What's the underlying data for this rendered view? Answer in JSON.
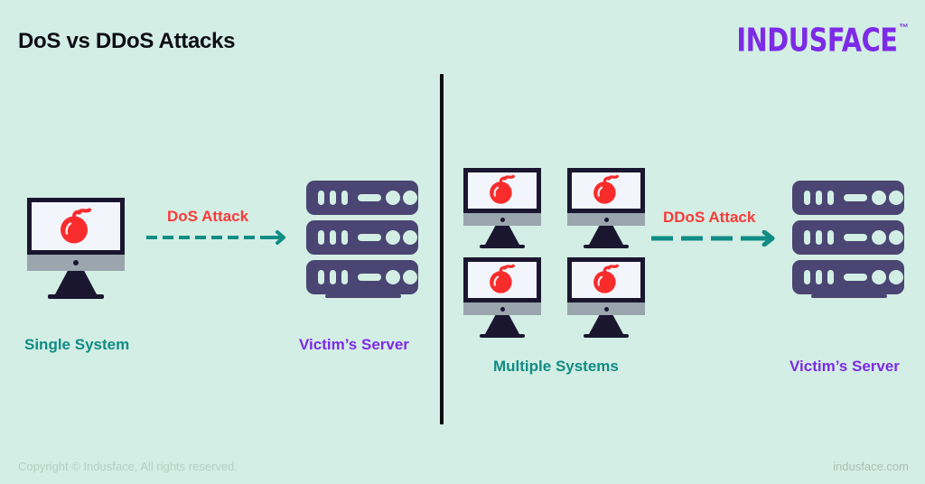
{
  "header": {
    "title": "DoS vs DDoS Attacks",
    "brand": "INDUSFACE",
    "brand_tm": "™"
  },
  "colors": {
    "background": "#d3eee4",
    "title": "#0d0d12",
    "brand_purple": "#7d2ae8",
    "attack_red": "#f93a3a",
    "arrow_teal": "#0f8c84",
    "caption_teal": "#0f8c84",
    "caption_purple": "#7d2ae8",
    "server_slate": "#4a4573",
    "monitor_frame": "#1b1630",
    "monitor_screen": "#f2f6fc",
    "monitor_bezel": "#9aa5ae",
    "bomb_red": "#f92c2c",
    "divider": "#0d0d12",
    "footer_text": "#b4cfc4"
  },
  "panels": {
    "dos": {
      "source_caption": "Single System",
      "attack_label": "DoS Attack",
      "target_caption": "Victim’s Server",
      "machine_count": 1,
      "arrow_dashes": 8,
      "icons": {
        "machine": "monitor-bomb-icon",
        "target": "server-rack-icon",
        "arrow": "dashed-arrow-right-icon"
      }
    },
    "ddos": {
      "source_caption": "Multiple Systems",
      "attack_label": "DDoS Attack",
      "target_caption": "Victim’s Server",
      "machine_count": 4,
      "arrow_dashes": 4,
      "icons": {
        "machine": "monitor-bomb-icon",
        "target": "server-rack-icon",
        "arrow": "dashed-arrow-right-icon"
      }
    }
  },
  "footer": {
    "copyright": "Copyright © Indusface, All rights reserved.",
    "website": "indusface.com"
  }
}
